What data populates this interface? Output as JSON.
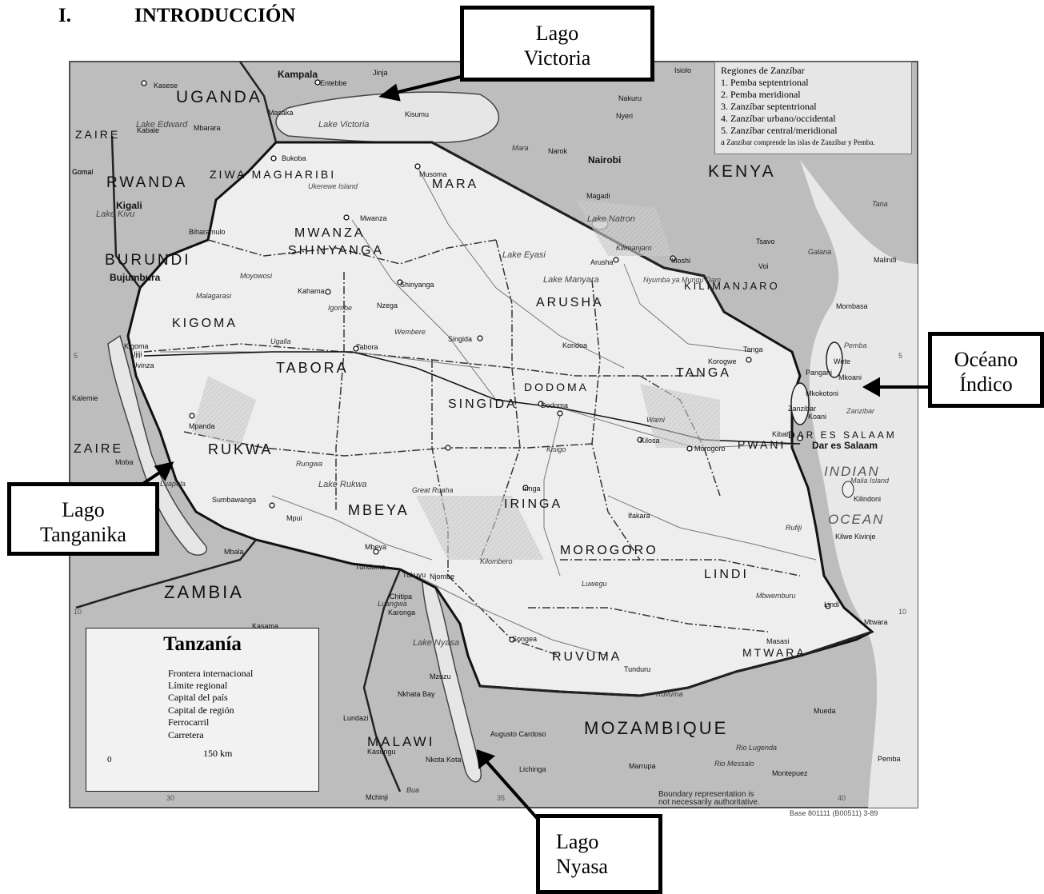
{
  "heading": {
    "number": "I.",
    "title": "INTRODUCCIÓN"
  },
  "callouts": {
    "victoria": [
      "Lago",
      "Victoria"
    ],
    "indico": [
      "Océano",
      "Índico"
    ],
    "tanganika": [
      "Lago",
      "Tanganika"
    ],
    "nyasa": [
      "Lago",
      "Nyasa"
    ]
  },
  "region_legend": {
    "title": "Regiones de Zanzíbar",
    "items": [
      "1. Pemba septentrional",
      "2. Pemba meridional",
      "3. Zanzíbar septentrional",
      "4. Zanzíbar urbano/occidental",
      "5. Zanzíbar central/meridional"
    ],
    "note_marker": "a",
    "note": "Zanzíbar comprende las islas de Zanzíbar y Pemba."
  },
  "legend": {
    "title": "Tanzanía",
    "items": [
      "Frontera internacional",
      "Límite regional",
      "Capital del país",
      "Capital de región",
      "Ferrocarril",
      "Carretera"
    ],
    "scale_label": "150 km",
    "scale_zero": "0"
  },
  "labels": {
    "countries": [
      "UGANDA",
      "KENYA",
      "RWANDA",
      "BURUNDI",
      "ZAIRE",
      "ZAIRE",
      "ZAMBIA",
      "MALAWI",
      "MOZAMBIQUE"
    ],
    "regions": [
      "ZIWA MAGHARIBI",
      "MARA",
      "MWANZA",
      "SHINYANGA",
      "ARUSHA",
      "KILIMANJARO",
      "KIGOMA",
      "TABORA",
      "SINGIDA",
      "DODOMA",
      "TANGA",
      "RUKWA",
      "MBEYA",
      "IRINGA",
      "MOROGORO",
      "PWANI",
      "DAR ES SALAAM",
      "LINDI",
      "RUVUMA",
      "MTWARA"
    ],
    "cities": [
      "Kampala",
      "Entebbe",
      "Jinja",
      "Kasese",
      "Masaka",
      "Mbarara",
      "Kabale",
      "Kisumu",
      "Nakuru",
      "Nyeri",
      "Narok",
      "Nairobi",
      "Magadi",
      "Isiolo",
      "Bukoba",
      "Musoma",
      "Mwanza",
      "Kigali",
      "Biharamulo",
      "Bujumbura",
      "Shinyanga",
      "Kahama",
      "Nzega",
      "Arusha",
      "Moshi",
      "Tsavo",
      "Voi",
      "Malindi",
      "Mombasa",
      "Kigoma",
      "Ujiji",
      "Uvinza",
      "Tabora",
      "Singida",
      "Kondoa",
      "Dodoma",
      "Korogwe",
      "Tanga",
      "Wete",
      "Pangani",
      "Mkoani",
      "Mkokotoni",
      "Zanzibar",
      "Koani",
      "Kibaha",
      "Dar es Salaam",
      "Morogoro",
      "Kilosa",
      "Kalemie",
      "Moba",
      "Mpanda",
      "Sumbawanga",
      "Mpui",
      "Mbala",
      "Iringa",
      "Ifakara",
      "Kilindoni",
      "Kilwe Kivinje",
      "Mbeya",
      "Tunduma",
      "Tukuyu",
      "Njombe",
      "Chitipa",
      "Karonga",
      "Kasama",
      "Lindi",
      "Mtwara",
      "Masasi",
      "Songea",
      "Tunduru",
      "Mzuzu",
      "Nkhata Bay",
      "Lundazi",
      "Kasungu",
      "Nkota Kota",
      "Augusto Cardoso",
      "Lichinga",
      "Marrupa",
      "Mueda",
      "Montepuez",
      "Pemba",
      "Mchinji",
      "Goma",
      "Gomal"
    ],
    "water": [
      "Lake Victoria",
      "Lake Edward",
      "Lake Kivu",
      "Lake Natron",
      "Lake Eyasi",
      "Lake Manyara",
      "Lake Rukwa",
      "Lake Nyasa",
      "INDIAN OCEAN",
      "Ukerewe Island",
      "Pemba",
      "Zanzibar",
      "Malia Island",
      "Nyumba ya Mungu Dam"
    ],
    "features": [
      "Kilimanjaro",
      "Galana",
      "Tana",
      "Mara",
      "Rufiji",
      "Ruvuma",
      "Rio Lugenda",
      "Rio Messalo",
      "Ugalla",
      "Rungwa",
      "Mbwemburu",
      "Wami",
      "Kisigo",
      "Great Ruaha",
      "Kilombero",
      "Luwegu",
      "Igombe",
      "Wembere",
      "Malagarasi",
      "Moyowosi",
      "Luangwa",
      "Luapula",
      "Bua"
    ],
    "ticks": [
      "5",
      "10",
      "30",
      "35",
      "40",
      "5",
      "10"
    ],
    "footer": [
      "Boundary representation is",
      "not necessarily authoritative.",
      "Base 801111 (B00511) 3-89"
    ]
  }
}
